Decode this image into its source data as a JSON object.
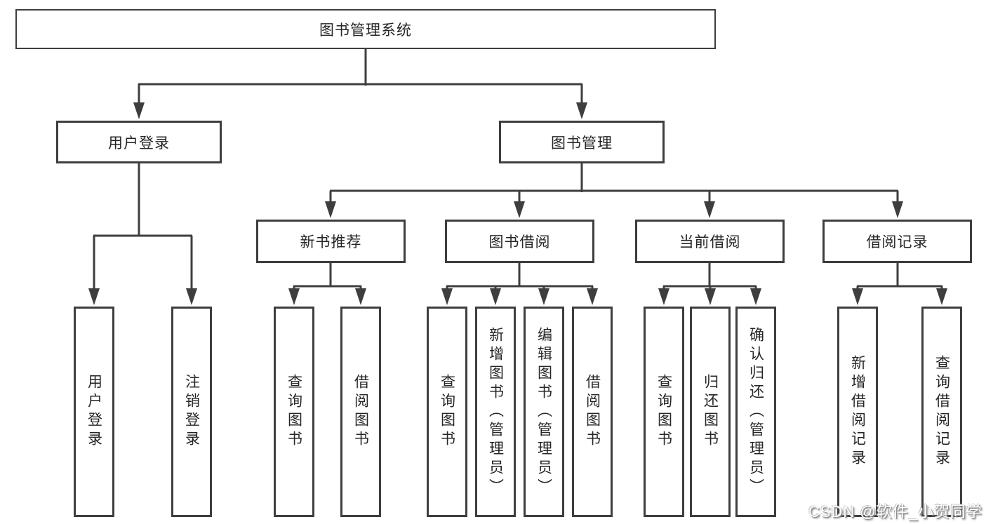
{
  "diagram": {
    "root": {
      "label": "图书管理系统"
    },
    "branches": [
      {
        "label": "用户登录"
      },
      {
        "label": "图书管理"
      }
    ],
    "modules": [
      {
        "label": "新书推荐"
      },
      {
        "label": "图书借阅"
      },
      {
        "label": "当前借阅"
      },
      {
        "label": "借阅记录"
      }
    ],
    "leaves": [
      {
        "label": "用户登录"
      },
      {
        "label": "注销登录"
      },
      {
        "label": "查询图书"
      },
      {
        "label": "借阅图书"
      },
      {
        "label": "查询图书"
      },
      {
        "label": "新增图书（管理员）"
      },
      {
        "label": "编辑图书（管理员）"
      },
      {
        "label": "借阅图书"
      },
      {
        "label": "查询图书"
      },
      {
        "label": "归还图书"
      },
      {
        "label": "确认归还（管理员）"
      },
      {
        "label": "新增借阅记录"
      },
      {
        "label": "查询借阅记录"
      }
    ],
    "line_color": "#3e3e3e"
  },
  "watermark": {
    "text": "CSDN @软件_小贺同学"
  }
}
